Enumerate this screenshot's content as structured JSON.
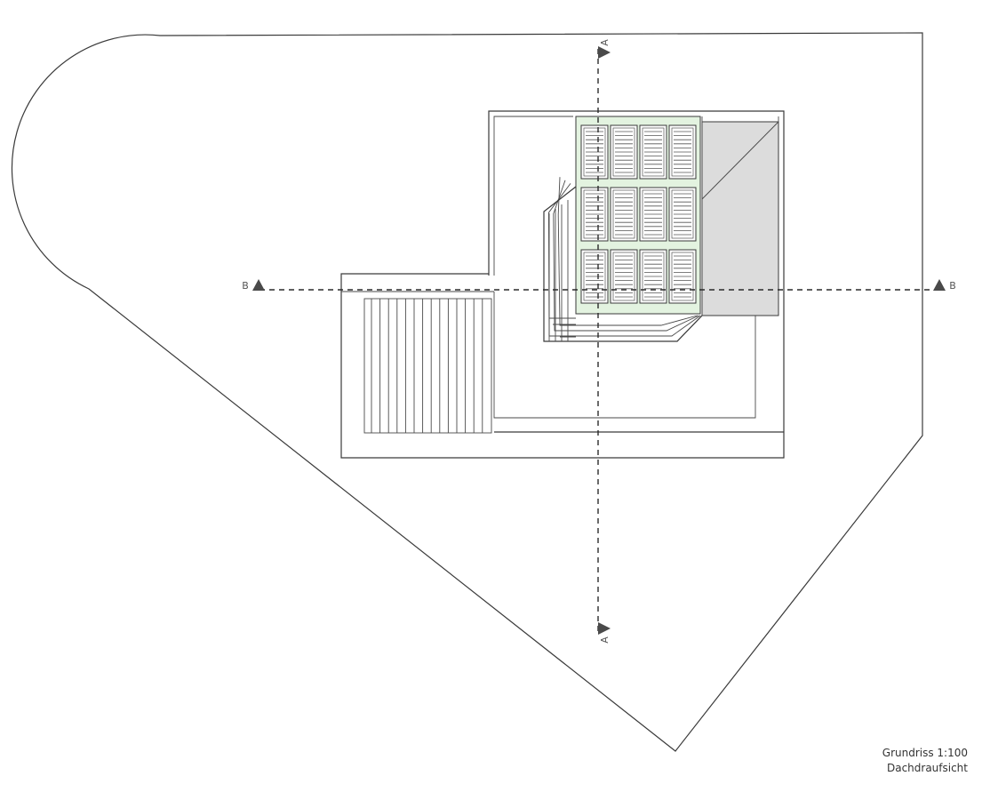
{
  "section_labels": {
    "a": "A",
    "b": "B"
  },
  "caption": {
    "line1": "Grundriss 1:100",
    "line2": "Dachdraufsicht"
  },
  "colors": {
    "panel_fill": "#e3f3e0",
    "shade_fill": "#dcdcdc"
  }
}
